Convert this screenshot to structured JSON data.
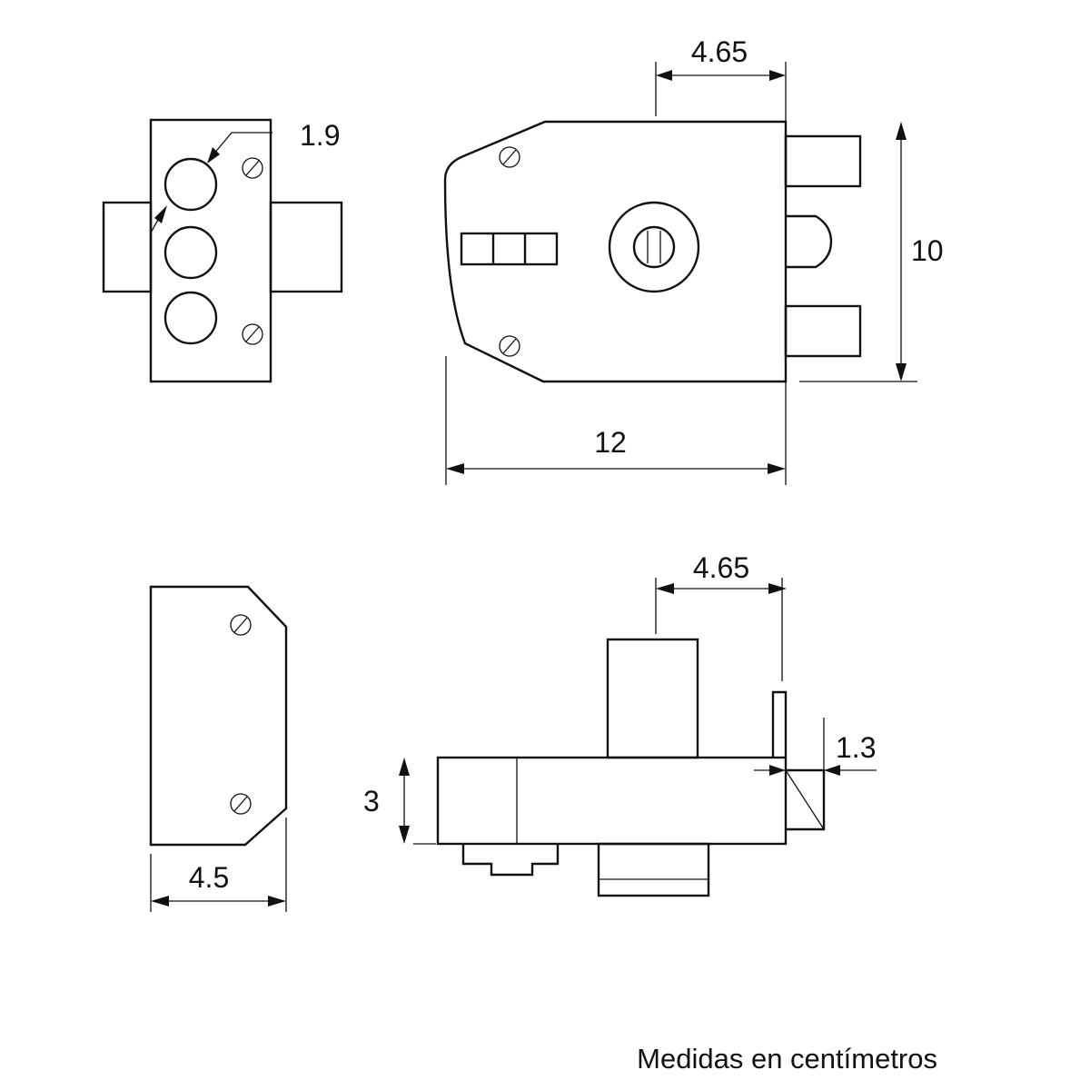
{
  "dimensions": {
    "top_right_width": "4.65",
    "hole_diameter": "1.9",
    "height": "10",
    "length": "12",
    "bottom_right_width": "4.65",
    "lip": "1.3",
    "thickness": "3",
    "side_width": "4.5"
  },
  "caption": "Medidas en centímetros"
}
